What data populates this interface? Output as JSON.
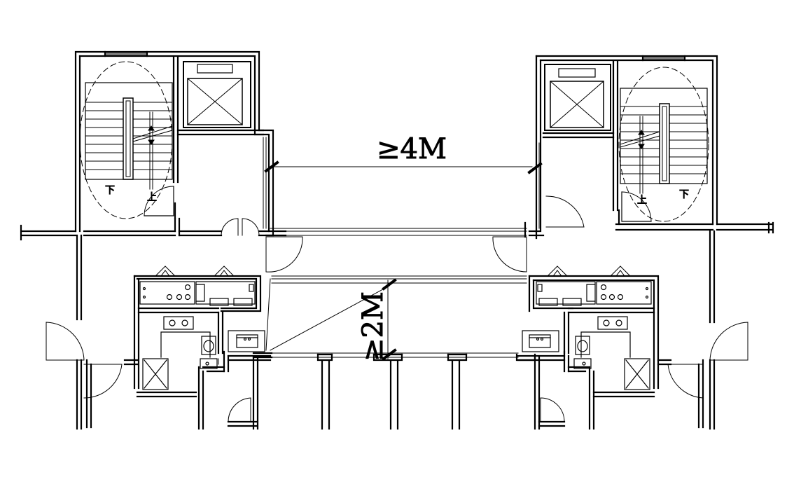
{
  "drawing": {
    "background": "#ffffff",
    "ink": "#000000",
    "dimensions": {
      "corridor_width": "≥4M",
      "passage_width": "≥2M"
    },
    "stair_labels": {
      "up": "上",
      "down": "下"
    }
  }
}
